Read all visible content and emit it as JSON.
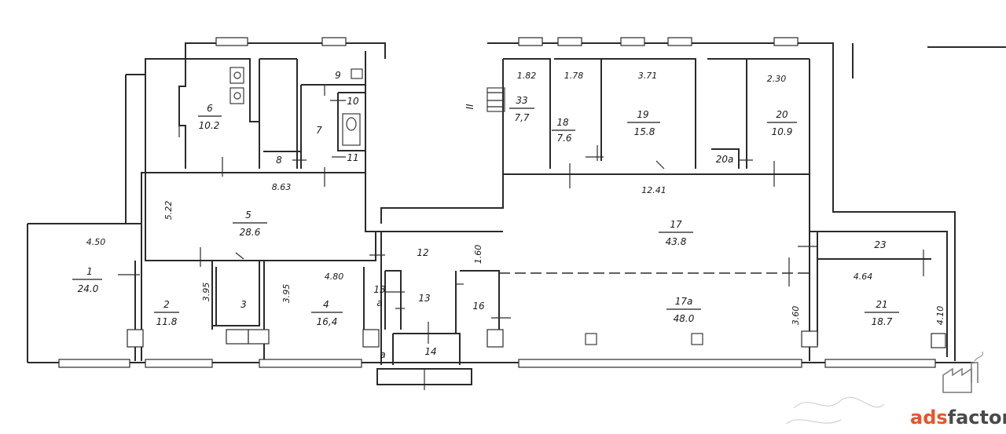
{
  "plan": {
    "rooms": [
      {
        "id": "1",
        "number": "1",
        "area": "24.0"
      },
      {
        "id": "2",
        "number": "2",
        "area": "11.8"
      },
      {
        "id": "3",
        "number": "3",
        "area": ""
      },
      {
        "id": "4",
        "number": "4",
        "area": "16,4"
      },
      {
        "id": "5",
        "number": "5",
        "area": "28.6"
      },
      {
        "id": "6",
        "number": "6",
        "area": "10.2"
      },
      {
        "id": "7",
        "number": "7",
        "area": ""
      },
      {
        "id": "8",
        "number": "8",
        "area": ""
      },
      {
        "id": "9",
        "number": "9",
        "area": ""
      },
      {
        "id": "10",
        "number": "10",
        "area": ""
      },
      {
        "id": "11",
        "number": "11",
        "area": ""
      },
      {
        "id": "12",
        "number": "12",
        "area": ""
      },
      {
        "id": "13",
        "number": "13",
        "area": ""
      },
      {
        "id": "13a",
        "number": "13",
        "area": "a"
      },
      {
        "id": "14",
        "number": "14",
        "area": ""
      },
      {
        "id": "14a",
        "number": "a",
        "area": ""
      },
      {
        "id": "16",
        "number": "16",
        "area": ""
      },
      {
        "id": "17",
        "number": "17",
        "area": "43.8"
      },
      {
        "id": "17a",
        "number": "17a",
        "area": "48.0"
      },
      {
        "id": "18",
        "number": "18",
        "area": "7.6"
      },
      {
        "id": "19",
        "number": "19",
        "area": "15.8"
      },
      {
        "id": "20",
        "number": "20",
        "area": "10.9"
      },
      {
        "id": "20a",
        "number": "20a",
        "area": ""
      },
      {
        "id": "21",
        "number": "21",
        "area": "18.7"
      },
      {
        "id": "23",
        "number": "23",
        "area": ""
      },
      {
        "id": "33",
        "number": "33",
        "area": "7,7"
      },
      {
        "id": "II",
        "number": "II",
        "area": ""
      }
    ],
    "dimensions": [
      {
        "id": "d450",
        "value": "4.50"
      },
      {
        "id": "d522",
        "value": "5.22"
      },
      {
        "id": "d863",
        "value": "8.63"
      },
      {
        "id": "d395a",
        "value": "3.95"
      },
      {
        "id": "d395b",
        "value": "3.95"
      },
      {
        "id": "d480",
        "value": "4.80"
      },
      {
        "id": "d160",
        "value": "1.60"
      },
      {
        "id": "d182",
        "value": "1.82"
      },
      {
        "id": "d178",
        "value": "1.78"
      },
      {
        "id": "d371",
        "value": "3.71"
      },
      {
        "id": "d230",
        "value": "2.30"
      },
      {
        "id": "d1241",
        "value": "12.41"
      },
      {
        "id": "d464",
        "value": "4.64"
      },
      {
        "id": "d360",
        "value": "3.60"
      },
      {
        "id": "d410",
        "value": "4.10"
      }
    ]
  },
  "watermark": {
    "brand_part1": "ads",
    "brand_part2": "factory",
    "color_primary": "#e8542a",
    "color_secondary": "#4a4a4a"
  }
}
